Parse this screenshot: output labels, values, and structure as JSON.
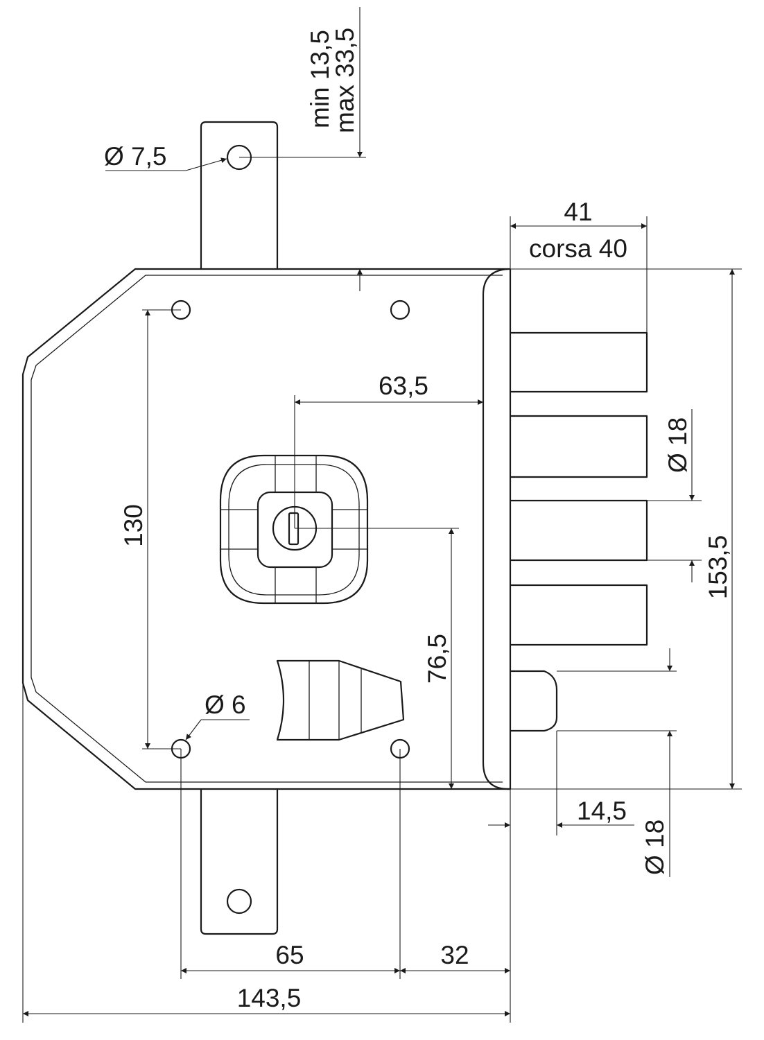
{
  "labels": {
    "hole_top_bracket": "Ø 7,5",
    "backset_min": "min 13,5",
    "backset_max": "max 33,5",
    "bolt_length": "41",
    "bolt_throw": "corsa 40",
    "cylinder_offset": "63,5",
    "bolt_diameter": "Ø 18",
    "overall_height": "153,5",
    "height_holes": "130",
    "height_cylinder": "76,5",
    "hole_fixing": "Ø 6",
    "latch_projection": "14,5",
    "latch_diameter": "Ø 18",
    "width_holes": "65",
    "width_edge": "32",
    "overall_width": "143,5"
  }
}
